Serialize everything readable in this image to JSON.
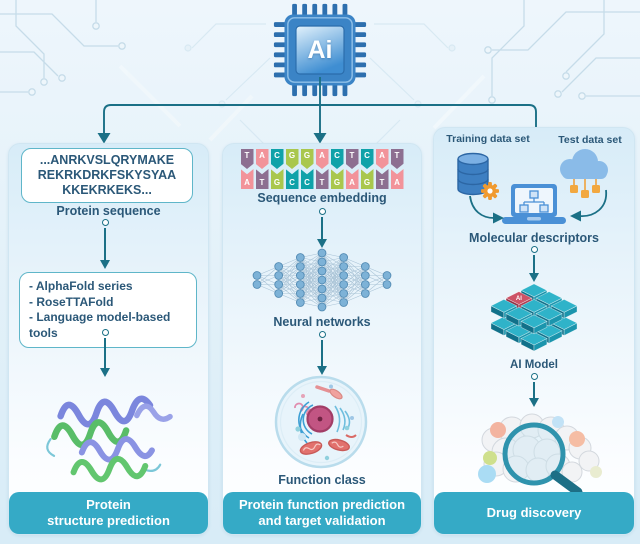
{
  "chip": {
    "label": "Ai",
    "icon": "ai-chip-icon"
  },
  "colors": {
    "accent_teal": "#35aac6",
    "arrow": "#1b7086",
    "caption_text": "#2b5878",
    "box_border": "#5fb6c9",
    "chip_blue": "#3b84c6"
  },
  "columns": {
    "left": {
      "sequence_box_lines": [
        "...ANRKVSLQRYMAKE",
        "REKRKDRKFSKYSYAA",
        "KKEKRKEKS..."
      ],
      "sequence_caption": "Protein sequence",
      "tool_items": [
        "- AlphaFold series",
        "- RoseTTAFold",
        "- Language model-based tools"
      ],
      "structure_icon": "protein-ribbon-icon",
      "footer_lines": [
        "Protein",
        "structure prediction"
      ]
    },
    "middle": {
      "embedding": {
        "top_row": [
          "T",
          "A",
          "C",
          "G",
          "G",
          "A",
          "C",
          "T",
          "C",
          "A",
          "T"
        ],
        "bottom_row": [
          "A",
          "T",
          "G",
          "C",
          "C",
          "T",
          "G",
          "A",
          "G",
          "T",
          "A"
        ],
        "base_colors": {
          "A": "#f2939a",
          "T": "#8d6f91",
          "C": "#10a2a9",
          "G": "#a9c74d"
        }
      },
      "embedding_caption": "Sequence embedding",
      "network_icon": "neural-network-icon",
      "network_caption": "Neural networks",
      "nn_layers": [
        2,
        4,
        6,
        7,
        6,
        4,
        2
      ],
      "cell_icon": "cell-icon",
      "cell_caption": "Function class",
      "footer_lines": [
        "Protein function prediction",
        "and target validation"
      ]
    },
    "right": {
      "training_label": "Training data set",
      "test_label": "Test data set",
      "database_icon": "database-gear-icon",
      "cloud_icon": "cloud-data-icon",
      "laptop_icon": "laptop-flowchart-icon",
      "descriptors_caption": "Molecular descriptors",
      "model_icon": "ai-model-stack-icon",
      "model_chip_label": "AI",
      "model_caption": "AI Model",
      "discovery_icon": "magnifier-molecule-icon",
      "footer_label": "Drug discovery"
    }
  }
}
